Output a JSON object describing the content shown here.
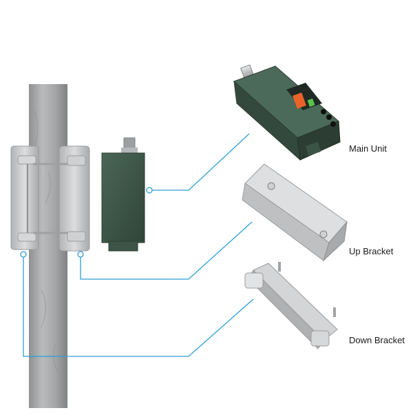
{
  "labels": {
    "main_unit": "Main Unit",
    "up_bracket": "Up Bracket",
    "down_bracket": "Down Bracket"
  },
  "colors": {
    "leader_line": "#2a9fd6",
    "pipe": "#a7a9ab",
    "bracket": "#c8c9ca",
    "unit_body": "#3f5a4c",
    "display_orange": "#e8622a",
    "display_green": "#5cc24d"
  }
}
